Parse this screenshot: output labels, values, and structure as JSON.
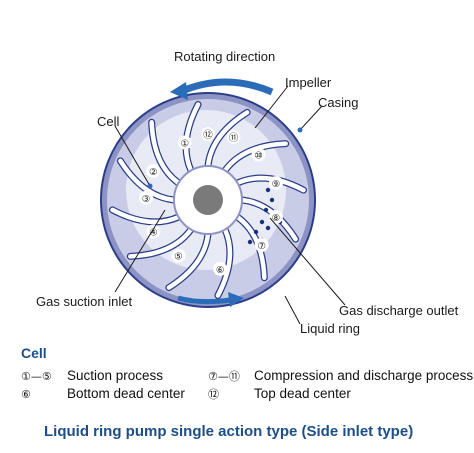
{
  "diagram": {
    "labels": {
      "rotating_direction": "Rotating direction",
      "impeller": "Impeller",
      "casing": "Casing",
      "cell": "Cell",
      "gas_suction_inlet": "Gas suction inlet",
      "gas_discharge_outlet": "Gas discharge outlet",
      "liquid_ring": "Liquid ring"
    },
    "cells": [
      "①",
      "②",
      "③",
      "④",
      "⑤",
      "⑥",
      "⑦",
      "⑧",
      "⑨",
      "⑩",
      "⑪",
      "⑫"
    ],
    "colors": {
      "casing": "#8d93c4",
      "liquid_ring": "#c8cce6",
      "hub": "#ffffff",
      "shaft": "#7a7a7a",
      "arrow": "#2b6cb8",
      "accent": "#1b4f8a"
    }
  },
  "legend": {
    "title": "Cell",
    "rows": [
      {
        "num": "①—⑤",
        "text": "Suction process"
      },
      {
        "num": "⑥",
        "text": "Bottom dead center"
      },
      {
        "num": "⑦—⑪",
        "text": "Compression and discharge process"
      },
      {
        "num": "⑫",
        "text": "Top dead center"
      }
    ]
  },
  "caption": "Liquid ring pump single action type (Side inlet type)"
}
